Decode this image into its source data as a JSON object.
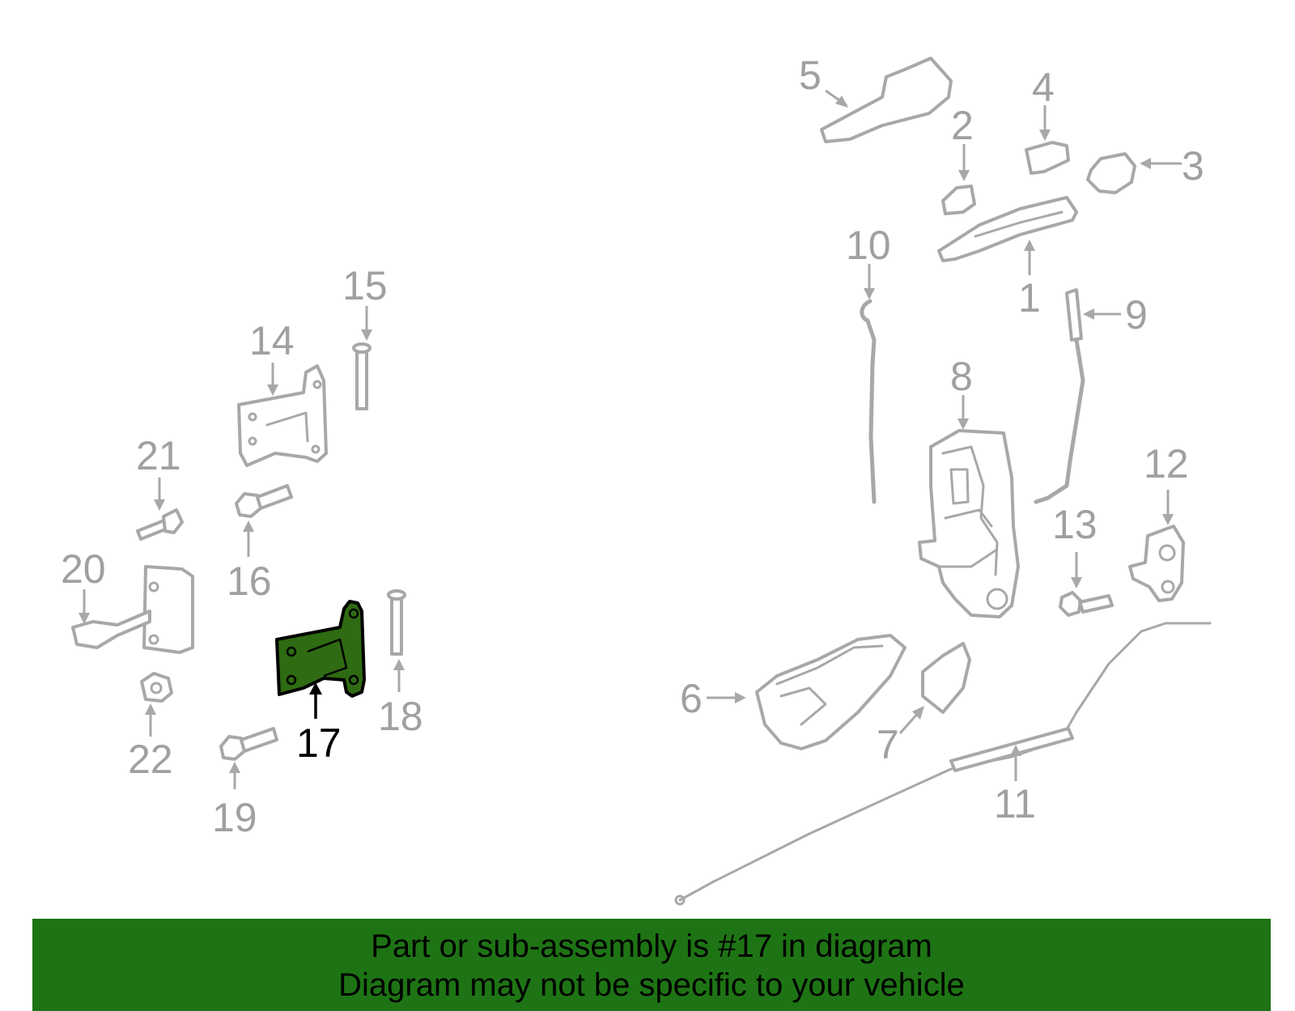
{
  "diagram": {
    "highlighted_part": "17",
    "callouts": [
      "1",
      "2",
      "3",
      "4",
      "5",
      "6",
      "7",
      "8",
      "9",
      "10",
      "11",
      "12",
      "13",
      "14",
      "15",
      "16",
      "17",
      "18",
      "19",
      "20",
      "21",
      "22"
    ],
    "colors": {
      "highlight_fill": "#2e6b12",
      "banner": "#1e7414",
      "part_stroke": "#a8a8a8"
    }
  },
  "banner": {
    "line1": "Part or sub-assembly is #17 in diagram",
    "line2": "Diagram may not be specific to your vehicle"
  }
}
